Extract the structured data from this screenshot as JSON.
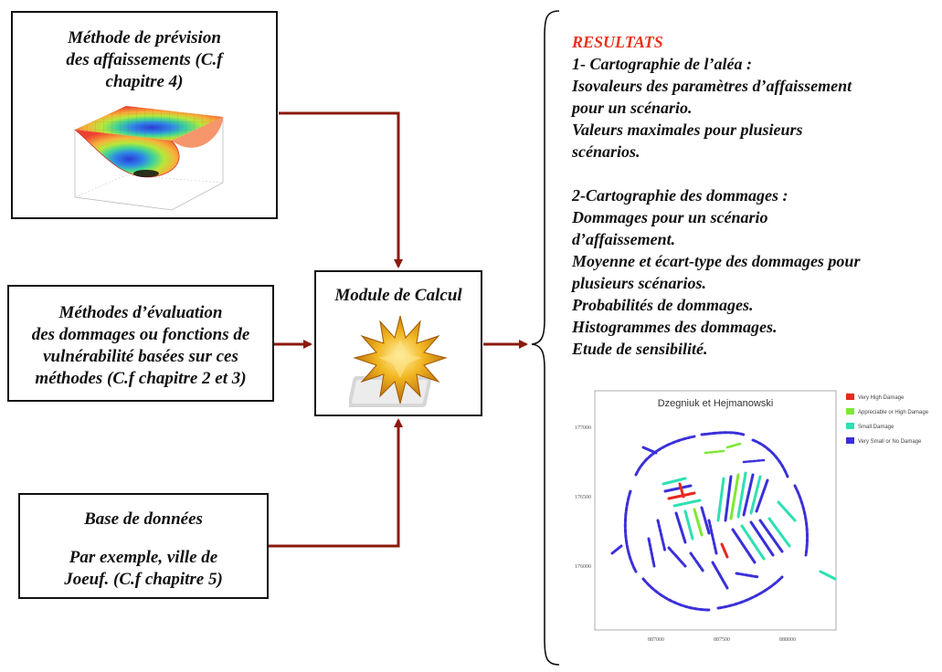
{
  "boxes": {
    "method": {
      "lines": [
        "Méthode de prévision",
        "des affaissements (C.f",
        "chapitre 4)"
      ]
    },
    "evaluation": {
      "lines": [
        "Méthodes d’évaluation",
        "des dommages ou fonctions de",
        "vulnérabilité basées sur ces",
        "méthodes (C.f chapitre 2 et 3)"
      ]
    },
    "database": {
      "title": "Base de données",
      "lines": [
        "Par exemple, ville de",
        "Joeuf. (C.f chapitre 5)"
      ]
    },
    "module": {
      "title": "Module de Calcul"
    }
  },
  "results": {
    "title": "RESULTATS",
    "section1": {
      "heading": "1- Cartographie de l’aléa :",
      "lines": [
        "Isovaleurs des paramètres d’affaissement",
        "pour un scénario.",
        "Valeurs maximales pour plusieurs",
        "scénarios."
      ]
    },
    "section2": {
      "heading": "2-Cartographie des dommages :",
      "lines": [
        "Dommages pour un scénario",
        "d’affaissement.",
        "Moyenne et écart-type des dommages pour",
        "plusieurs scénarios.",
        "Probabilités de dommages.",
        "Histogrammes des dommages.",
        "Etude de sensibilité."
      ]
    }
  },
  "map": {
    "title": "Dzegniuk et Hejmanowski",
    "legend": [
      {
        "label": "Very High Damage",
        "color": "#e8281e"
      },
      {
        "label": "Appreciable or High Damage",
        "color": "#7ee832"
      },
      {
        "label": "Small Damage",
        "color": "#2ee0b4"
      },
      {
        "label": "Very Small or No Damage",
        "color": "#3a30d8"
      }
    ],
    "y_ticks": [
      "177000",
      "176500",
      "176000"
    ],
    "x_ticks": [
      "887000",
      "887500",
      "888000"
    ]
  },
  "colors": {
    "arrow": "#8b1a0e",
    "results_title": "#e8321e"
  }
}
